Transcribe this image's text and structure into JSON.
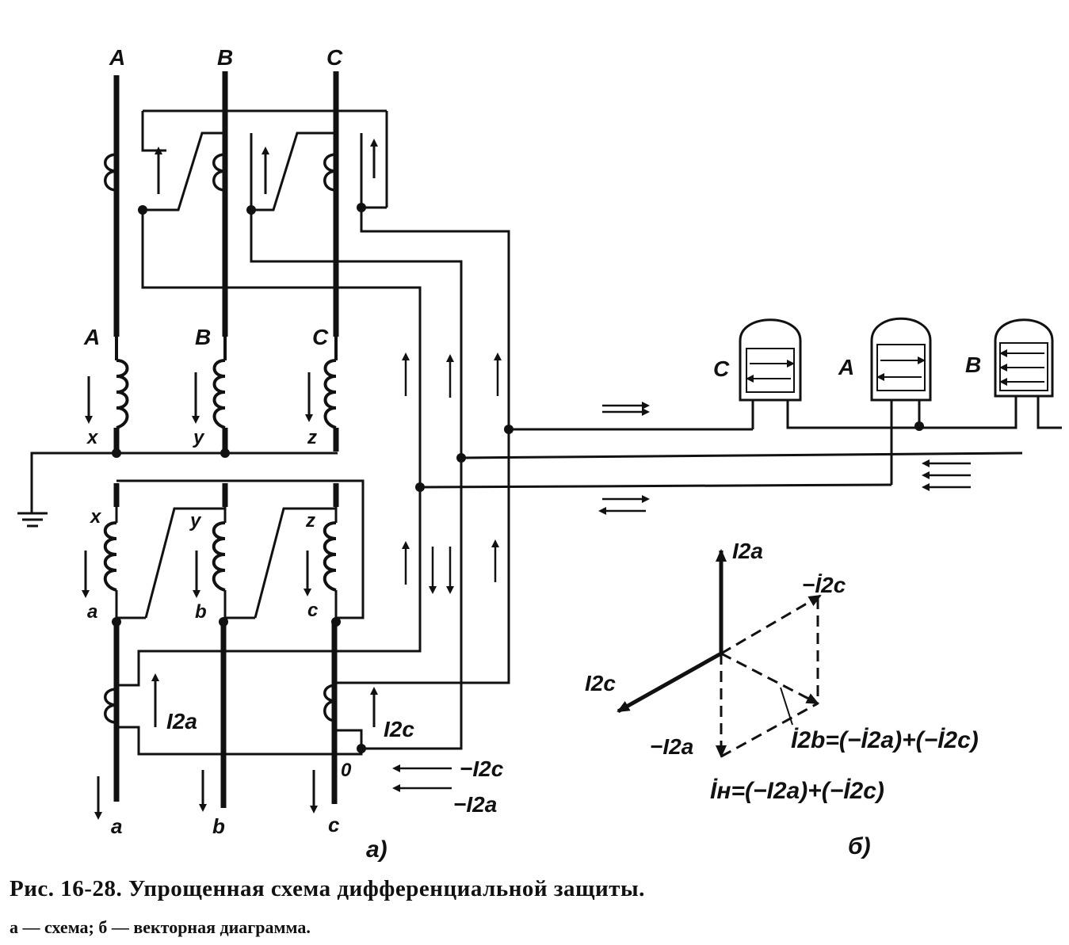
{
  "labels": {
    "phase_top": [
      "A",
      "B",
      "C"
    ],
    "winding_hv": [
      "A",
      "B",
      "C"
    ],
    "winding_hv_ends": [
      "x",
      "y",
      "z"
    ],
    "winding_lv_starts": [
      "x",
      "y",
      "z"
    ],
    "winding_lv_ends": [
      "a",
      "b",
      "c"
    ],
    "phase_bottom": [
      "a",
      "b",
      "c"
    ],
    "neutral": "0",
    "i2a": "I2a",
    "i2c": "I2c",
    "minus_i2c_legend": "−I2c",
    "minus_i2a_legend": "−I2a",
    "relays": [
      "C",
      "A",
      "B"
    ],
    "part_a": "а)",
    "part_b": "б)"
  },
  "vector": {
    "i2a": "I2a",
    "minus_i2c": "−İ2c",
    "i2c": "I2c",
    "minus_i2a": "−I2a",
    "eq_i2b": "İ2b=(−İ2a)+(−İ2c)",
    "eq_in": "İн=(−I2a)+(−İ2c)"
  },
  "caption": {
    "title": "Рис. 16-28. Упрощенная схема дифференциальной защиты.",
    "legend": "а — схема; б — векторная диаграмма."
  }
}
